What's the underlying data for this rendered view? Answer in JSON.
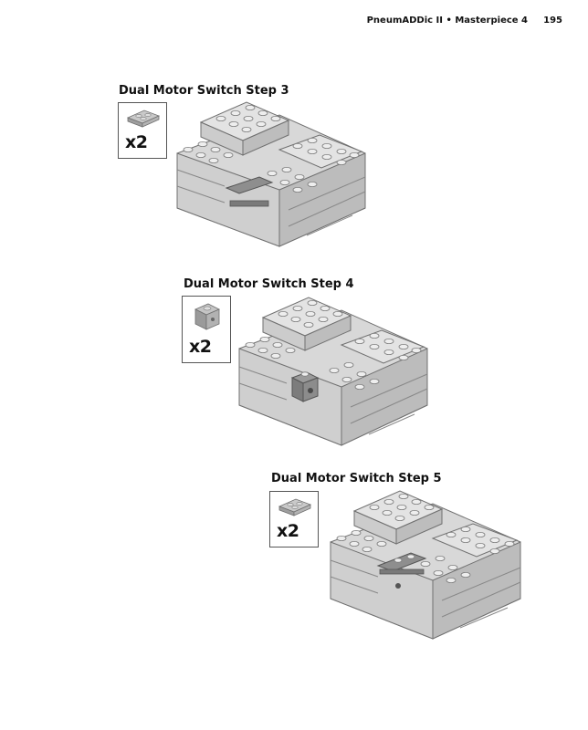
{
  "header": {
    "running_head": "PneumADDic II • Masterpiece 4",
    "page_number": "195"
  },
  "steps": [
    {
      "title": "Dual Motor Switch Step 3",
      "part_qty": "x2",
      "part_icon": "plate-2x2-icon"
    },
    {
      "title": "Dual Motor Switch Step 4",
      "part_qty": "x2",
      "part_icon": "brick-1x1-technic-icon"
    },
    {
      "title": "Dual Motor Switch Step 5",
      "part_qty": "x2",
      "part_icon": "plate-2x2-icon"
    }
  ],
  "colors": {
    "brick_light": "#d9d9d9",
    "brick_mid": "#bdbdbd",
    "brick_dark": "#8c8c8c",
    "outline": "#6f6f6f"
  }
}
